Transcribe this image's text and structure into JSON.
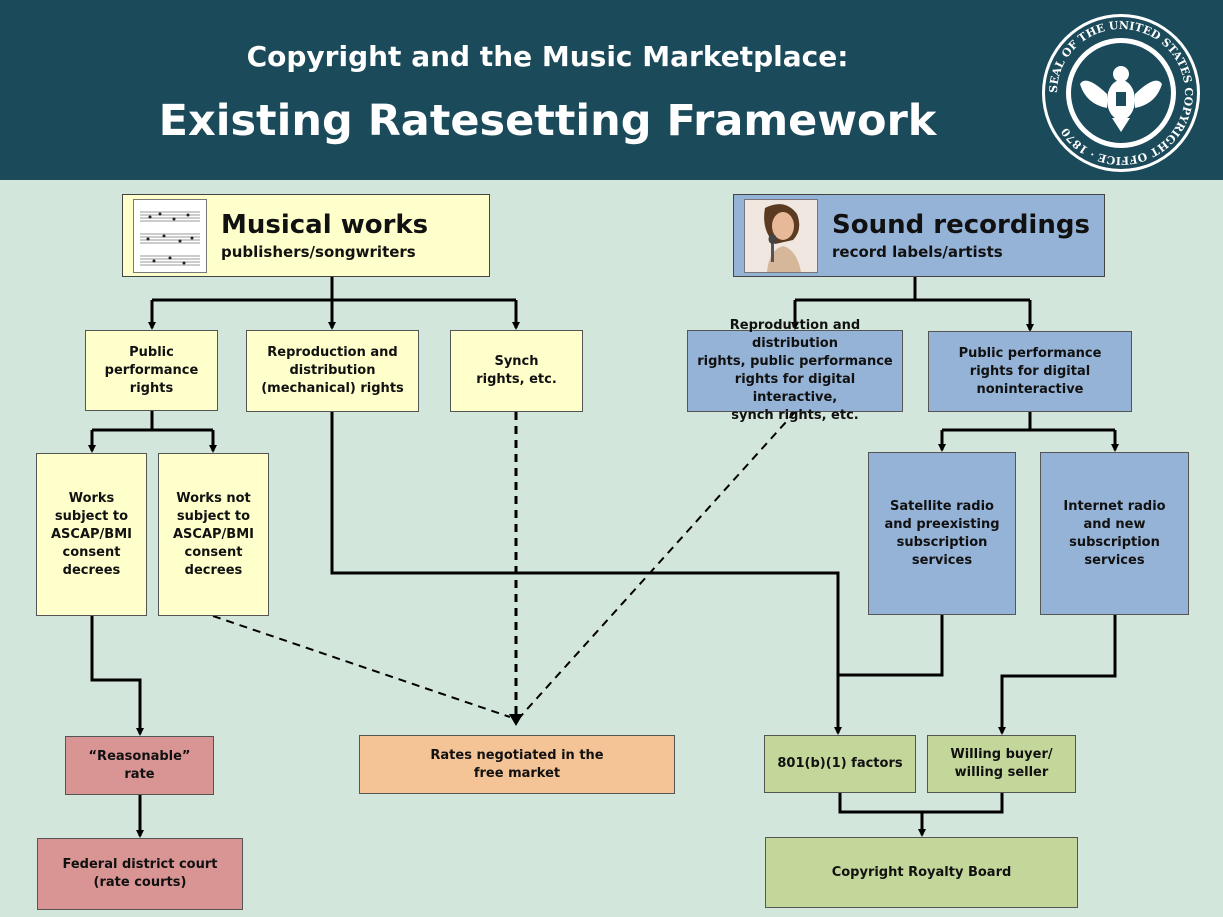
{
  "header": {
    "title_line1": "Copyright and the Music Marketplace:",
    "title_line2": "Existing Ratesetting Framework",
    "seal_icon": "copyright-office-seal-icon",
    "seal_text": "SEAL OF THE UNITED STATES COPYRIGHT OFFICE · 1870"
  },
  "sources": {
    "musical_works": {
      "title": "Musical works",
      "subtitle": "publishers/songwriters",
      "icon": "sheet-music-icon"
    },
    "sound_recordings": {
      "title": "Sound recordings",
      "subtitle": "record labels/artists",
      "icon": "singer-photo-icon"
    }
  },
  "nodes": {
    "public_performance": "Public\nperformance\nrights",
    "reproduction_mechanical": "Reproduction and\ndistribution\n(mechanical) rights",
    "synch": "Synch\nrights, etc.",
    "sr_reproduction": "Reproduction and distribution\nrights, public performance\nrights for digital interactive,\nsynch rights, etc.",
    "sr_public_performance": "Public performance\nrights for digital\nnoninteractive",
    "consent_decrees": "Works\nsubject to\nASCAP/BMI\nconsent\ndecrees",
    "not_consent_decrees": "Works not\nsubject to\nASCAP/BMI\nconsent\ndecrees",
    "satellite": "Satellite radio\nand preexisting\nsubscription\nservices",
    "internet": "Internet radio\nand new\nsubscription\nservices",
    "reasonable_rate": "“Reasonable”\nrate",
    "free_market": "Rates negotiated in the\nfree market",
    "factors_801": "801(b)(1) factors",
    "willing_buyer": "Willing buyer/\nwilling seller",
    "district_court": "Federal district court\n(rate courts)",
    "crb": "Copyright Royalty Board"
  },
  "colors": {
    "header_bg": "#1b4a5a",
    "background": "#d3e6dc",
    "musical_works": "#ffffcc",
    "sound_recordings": "#95b3d7",
    "court": "#d99594",
    "free_market": "#f5c496",
    "crb": "#c4d79b"
  }
}
